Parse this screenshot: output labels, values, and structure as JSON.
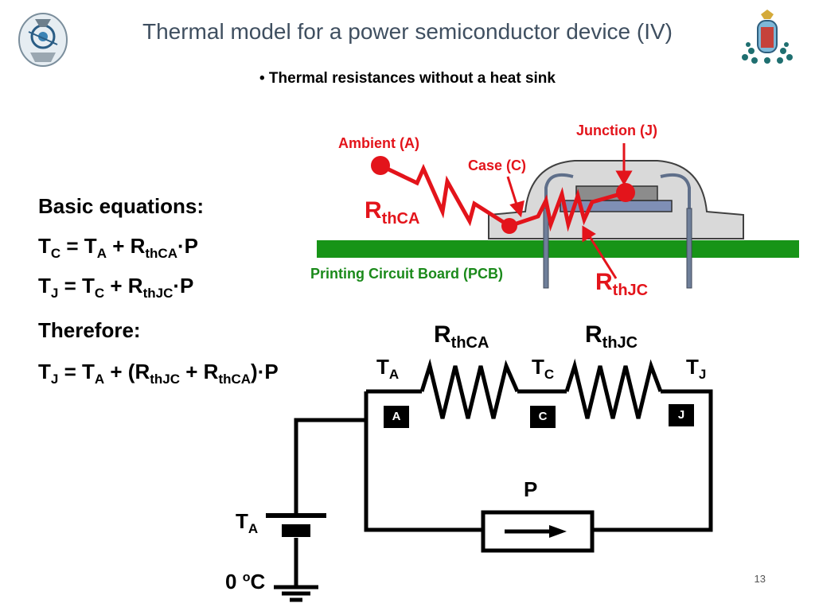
{
  "header": {
    "title": "Thermal model for a power semiconductor device (IV)",
    "subtitle": "Thermal resistances without a heat sink",
    "bullet_glyph": "•"
  },
  "equations": {
    "heading": "Basic equations:",
    "eq1": {
      "t": "T",
      "c": "C",
      "eq": " = T",
      "a": "A",
      "plus": " + R",
      "sub": "thCA",
      "tail": "·P"
    },
    "eq2": {
      "t": "T",
      "j": "J",
      "eq": " = T",
      "c": "C",
      "plus": " + R",
      "sub": "thJC",
      "tail": "·P"
    },
    "therefore": "Therefore:",
    "eq3": {
      "t": "T",
      "j": "J",
      "eq": " = T",
      "a": "A",
      "p1": " + (R",
      "s1": "thJC",
      "p2": " + R",
      "s2": "thCA",
      "tail": ")·P"
    }
  },
  "device_diagram": {
    "ambient_label": "Ambient (A)",
    "case_label": "Case (C)",
    "junction_label": "Junction (J)",
    "pcb_label": "Printing Circuit Board (PCB)",
    "rthca": {
      "main": "R",
      "sub": "thCA"
    },
    "rthjc": {
      "main": "R",
      "sub": "thJC"
    },
    "colors": {
      "red": "#e3141b",
      "pcb": "#179417",
      "case_fill": "#d9d9d9",
      "die_fill": "#7f8fb5",
      "chip_fill": "#8c8c8c"
    }
  },
  "circuit": {
    "rthca": {
      "main": "R",
      "sub": "thCA"
    },
    "rthjc": {
      "main": "R",
      "sub": "thJC"
    },
    "ta": {
      "main": "T",
      "sub": "A"
    },
    "tc": {
      "main": "T",
      "sub": "C"
    },
    "tj": {
      "main": "T",
      "sub": "J"
    },
    "node_a": "A",
    "node_c": "C",
    "node_j": "J",
    "source_label": "P",
    "battery": {
      "main": "T",
      "sub": "A"
    },
    "ground": {
      "main": "0 ",
      "sup": "o",
      "tail": "C"
    }
  },
  "footer": {
    "page_number": "13"
  },
  "icons": {
    "left_logo": "engineering-school-logo",
    "right_logo": "university-crest-logo"
  }
}
